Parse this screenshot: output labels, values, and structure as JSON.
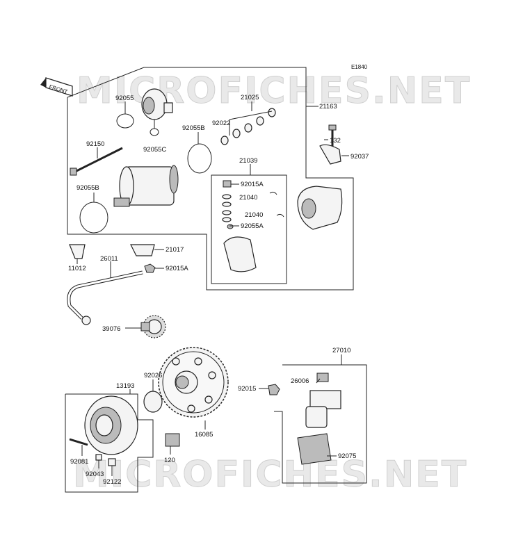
{
  "diagram": {
    "code": "E1840",
    "front_label": "FRONT",
    "watermarks": [
      "MICROFICHES.NET",
      "MICROFICHES.NET"
    ],
    "parts": [
      {
        "id": "p92055_top",
        "label": "92055"
      },
      {
        "id": "p21025",
        "label": "21025"
      },
      {
        "id": "p21163",
        "label": "21163"
      },
      {
        "id": "p92022",
        "label": "92022"
      },
      {
        "id": "p92055B_a",
        "label": "92055B"
      },
      {
        "id": "p92055C",
        "label": "92055C"
      },
      {
        "id": "p132",
        "label": "132"
      },
      {
        "id": "p92037",
        "label": "92037"
      },
      {
        "id": "p92150",
        "label": "92150"
      },
      {
        "id": "p21039",
        "label": "21039"
      },
      {
        "id": "p92015A_a",
        "label": "92015A"
      },
      {
        "id": "p92055B_b",
        "label": "92055B"
      },
      {
        "id": "p21040_a",
        "label": "21040"
      },
      {
        "id": "p21040_b",
        "label": "21040"
      },
      {
        "id": "p92055A",
        "label": "92055A"
      },
      {
        "id": "p21017",
        "label": "21017"
      },
      {
        "id": "p11012",
        "label": "11012"
      },
      {
        "id": "p26011",
        "label": "26011"
      },
      {
        "id": "p92015A_b",
        "label": "92015A"
      },
      {
        "id": "p39076",
        "label": "39076"
      },
      {
        "id": "p27010",
        "label": "27010"
      },
      {
        "id": "p92026",
        "label": "92026"
      },
      {
        "id": "p13193",
        "label": "13193"
      },
      {
        "id": "p26006",
        "label": "26006"
      },
      {
        "id": "p92015",
        "label": "92015"
      },
      {
        "id": "p16085",
        "label": "16085"
      },
      {
        "id": "p92081",
        "label": "92081"
      },
      {
        "id": "p120",
        "label": "120"
      },
      {
        "id": "p92075",
        "label": "92075"
      },
      {
        "id": "p92043",
        "label": "92043"
      },
      {
        "id": "p92122",
        "label": "92122"
      }
    ]
  }
}
